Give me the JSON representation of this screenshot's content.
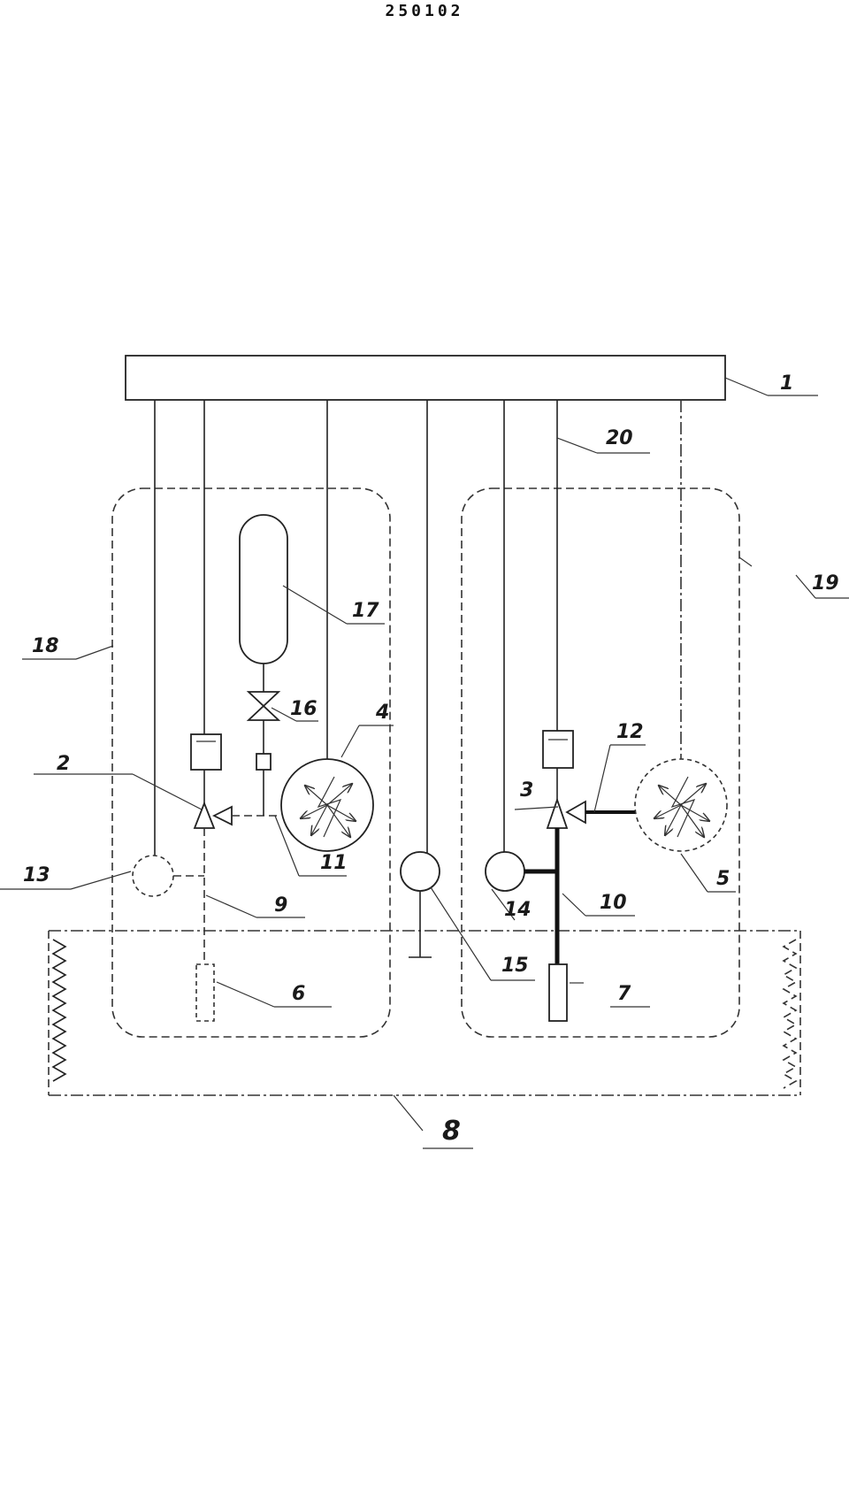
{
  "document": {
    "number": "250102"
  },
  "diagram": {
    "labels": {
      "l1": "1",
      "l2": "2",
      "l3": "3",
      "l4": "4",
      "l5": "5",
      "l6": "6",
      "l7": "7",
      "l8": "8",
      "l9": "9",
      "l10": "10",
      "l11": "11",
      "l12": "12",
      "l13": "13",
      "l14": "14",
      "l15": "15",
      "l16": "16",
      "l17": "17",
      "l18": "18",
      "l19": "19",
      "l20": "20"
    }
  }
}
